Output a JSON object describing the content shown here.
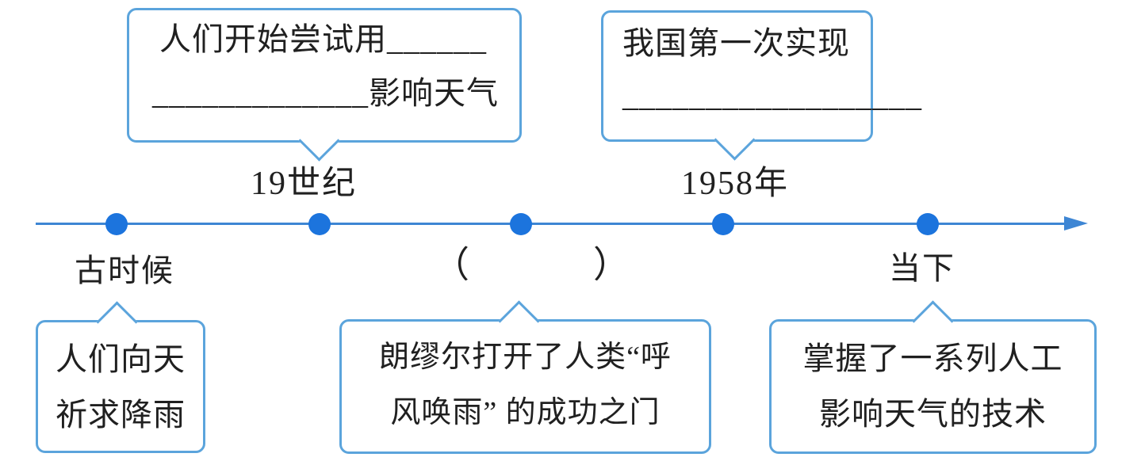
{
  "palette": {
    "box_border": "#5ba4dc",
    "timeline_line": "#3e86d4",
    "dot": "#1c74dd",
    "text": "#202020"
  },
  "timeline": {
    "labels": {
      "era19": "19世纪",
      "y1958": "1958年",
      "ancient": "古时候",
      "paren_open": "（",
      "paren_close": "）",
      "now": "当下"
    },
    "dot_count": 5
  },
  "callouts": {
    "attempt": {
      "line1": "人们开始尝试用______",
      "line2": "_____________影响天气"
    },
    "realize": {
      "line1": "我国第一次实现",
      "line2": "__________________"
    },
    "pray": {
      "line1": "人们向天",
      "line2": "祈求降雨"
    },
    "langmuir": {
      "line1": "朗缪尔打开了人类“呼",
      "line2": "风唤雨” 的成功之门"
    },
    "master": {
      "line1": "掌握了一系列人工",
      "line2": "影响天气的技术"
    }
  }
}
